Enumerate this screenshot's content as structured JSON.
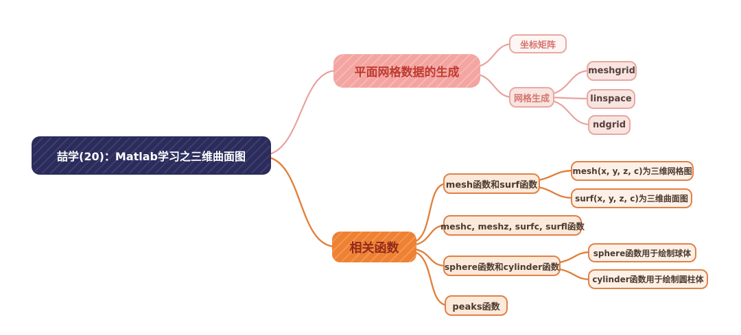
{
  "colors": {
    "background": "#ffffff",
    "root_fill": "#2b2c5c",
    "root_text": "#ffffff",
    "pink_branch_line": "#e7a29d",
    "pink_topic_fill": "#f4a5a1",
    "pink_topic_text": "#bf3a2f",
    "pink_leaf_border": "#eaa79f",
    "pink_leaf_text": "#d5756b",
    "orange_branch_line": "#e0813d",
    "orange_topic_fill": "#ee8132",
    "orange_topic_text": "#93291b",
    "orange_leaf_border": "#e08045",
    "orange_leaf_text": "#4c3a30"
  },
  "mindmap": {
    "root": {
      "label": "喆学(20)：Matlab学习之三维曲面图"
    },
    "branches": [
      {
        "label": "平面网格数据的生成",
        "children": [
          {
            "label": "坐标矩阵",
            "children": []
          },
          {
            "label": "网格生成",
            "children": [
              {
                "label": "meshgrid"
              },
              {
                "label": "linspace"
              },
              {
                "label": "ndgrid"
              }
            ]
          }
        ]
      },
      {
        "label": "相关函数",
        "children": [
          {
            "label": "mesh函数和surf函数",
            "children": [
              {
                "label": "mesh(x, y, z, c)为三维网格图"
              },
              {
                "label": "surf(x, y, z, c)为三维曲面图"
              }
            ]
          },
          {
            "label": "meshc, meshz, surfc, surfl函数",
            "children": []
          },
          {
            "label": "sphere函数和cylinder函数",
            "children": [
              {
                "label": "sphere函数用于绘制球体"
              },
              {
                "label": "cylinder函数用于绘制圆柱体"
              }
            ]
          },
          {
            "label": "peaks函数",
            "children": []
          }
        ]
      }
    ]
  }
}
